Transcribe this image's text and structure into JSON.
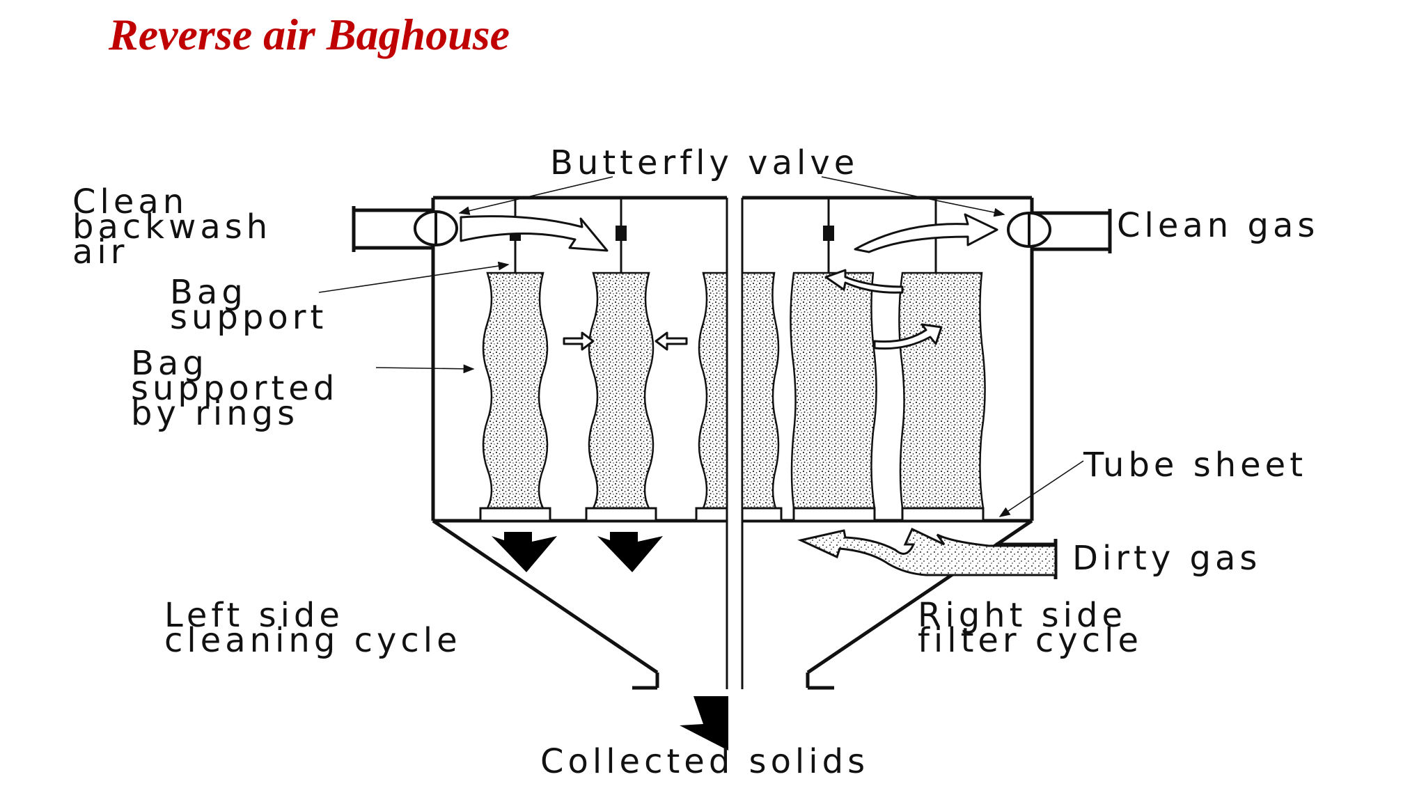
{
  "title": "Reverse air Baghouse",
  "labels": {
    "butterfly_valve": "Butterfly valve",
    "clean_backwash_air": [
      "Clean",
      "backwash",
      "air"
    ],
    "clean_gas": "Clean gas",
    "bag_support": [
      "Bag",
      "support"
    ],
    "bag_supported_by_rings": [
      "Bag",
      "supported",
      "by rings"
    ],
    "tube_sheet": "Tube sheet",
    "dirty_gas": "Dirty gas",
    "left_side_cycle": [
      "Left side",
      "cleaning cycle"
    ],
    "right_side_cycle": [
      "Right side",
      "filter cycle"
    ],
    "collected_solids": "Collected solids"
  },
  "colors": {
    "title": "#c00000",
    "line": "#111111"
  }
}
